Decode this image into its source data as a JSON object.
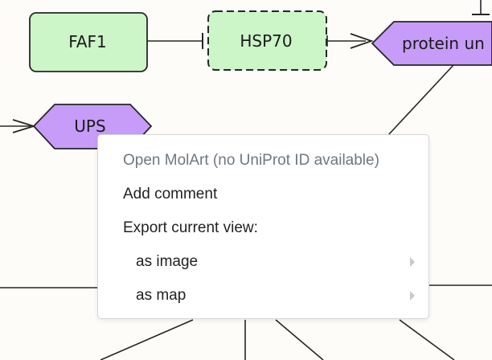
{
  "map": {
    "nodes": {
      "faf1": "FAF1",
      "hsp70": "HSP70",
      "protein": "protein un",
      "ups": "UPS"
    },
    "colors": {
      "gene_fill": "#ccf5c8",
      "phenotype_fill": "#c79cf8",
      "stroke": "#262626"
    }
  },
  "context_menu": {
    "items": [
      {
        "label": "Open MolArt (no UniProt ID available)",
        "enabled": false
      },
      {
        "label": "Add comment",
        "enabled": true
      },
      {
        "label": "Export current view:",
        "enabled": true
      }
    ],
    "submenu": [
      {
        "label": "as image",
        "has_submenu": true
      },
      {
        "label": "as map",
        "has_submenu": true
      }
    ]
  }
}
